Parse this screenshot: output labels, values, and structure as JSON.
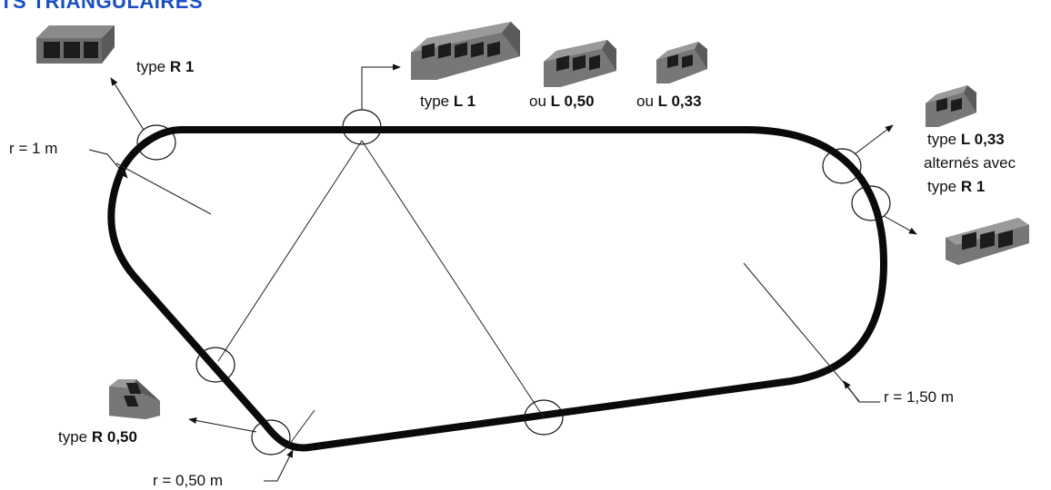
{
  "header": {
    "title": "TS TRIANGULAIRES"
  },
  "labels": {
    "r1_left": {
      "prefix": "type ",
      "bold": "R 1"
    },
    "l1": {
      "prefix": "type ",
      "bold": "L 1"
    },
    "l050": {
      "prefix": "ou ",
      "bold": "L 0,50"
    },
    "l033": {
      "prefix": "ou ",
      "bold": "L 0,33"
    },
    "right_block": {
      "line1_prefix": "type ",
      "line1_bold": "L 0,33",
      "line2": "alternés avec",
      "line3_prefix": "type ",
      "line3_bold": "R 1"
    },
    "r050": {
      "prefix": "type ",
      "bold": "R 0,50"
    },
    "radius_1m": "r = 1  m",
    "radius_150m": "r = 1,50 m",
    "radius_050m": "r = 0,50 m"
  },
  "colors": {
    "title": "#1a4fc4",
    "track": "#0a0a0a",
    "device_top": "#8a8a8a",
    "device_side": "#5a5a5a",
    "device_keys": "#1c1c1c"
  },
  "icons": {
    "devices": [
      "console-r1-icon",
      "console-l1-icon",
      "console-l050-icon",
      "console-l033-icon",
      "console-l033-right-icon",
      "console-r1-right-icon",
      "console-r050-icon"
    ]
  }
}
